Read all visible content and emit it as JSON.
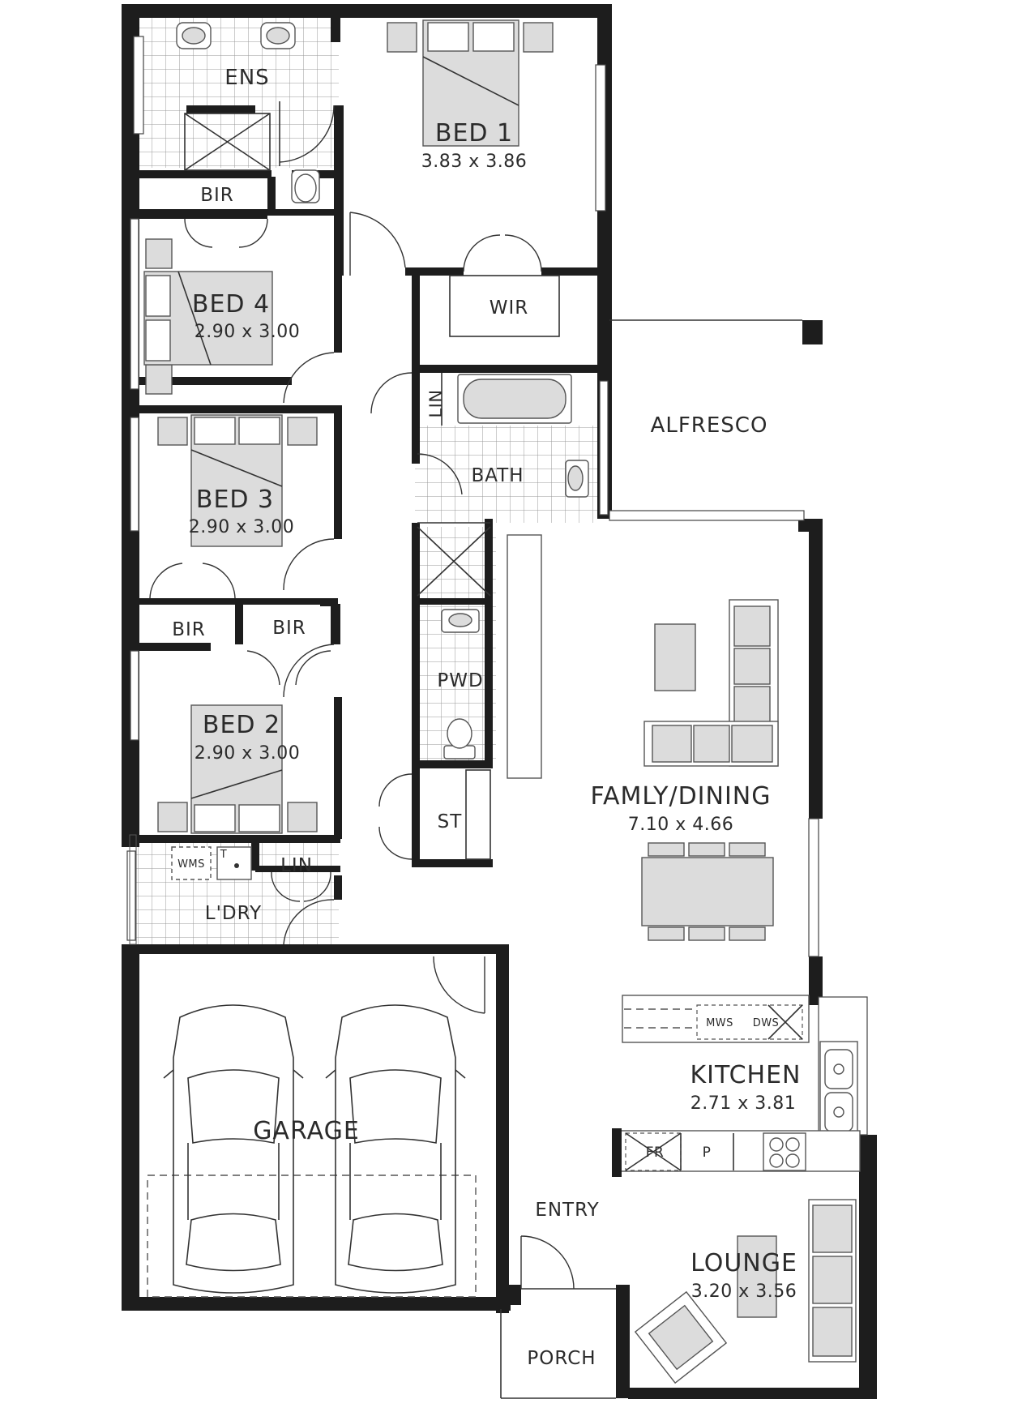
{
  "rooms": {
    "ens": "ENS",
    "bed1": {
      "name": "BED 1",
      "size": "3.83 x 3.86"
    },
    "bir_top": "BIR",
    "bed4": {
      "name": "BED 4",
      "size": "2.90 x 3.00"
    },
    "wir": "WIR",
    "lin_bath": "LIN",
    "alfresco": "ALFRESCO",
    "bath": "BATH",
    "bed3": {
      "name": "BED 3",
      "size": "2.90 x 3.00"
    },
    "bir_left": "BIR",
    "bir_right": "BIR",
    "pwd": "PWD",
    "bed2": {
      "name": "BED 2",
      "size": "2.90 x 3.00"
    },
    "family": {
      "name": "FAMLY/DINING",
      "size": "7.10 x 4.66"
    },
    "st": "ST",
    "lin_ldry": "LIN",
    "ldry": "L'DRY",
    "wms": "WMS",
    "tub": "T",
    "garage": "GARAGE",
    "kitchen": {
      "name": "KITCHEN",
      "size": "2.71 x 3.81"
    },
    "mws": "MWS",
    "dws": "DWS",
    "fr": "FR",
    "pantry": "P",
    "entry": "ENTRY",
    "lounge": {
      "name": "LOUNGE",
      "size": "3.20 x 3.56"
    },
    "porch": "PORCH"
  }
}
